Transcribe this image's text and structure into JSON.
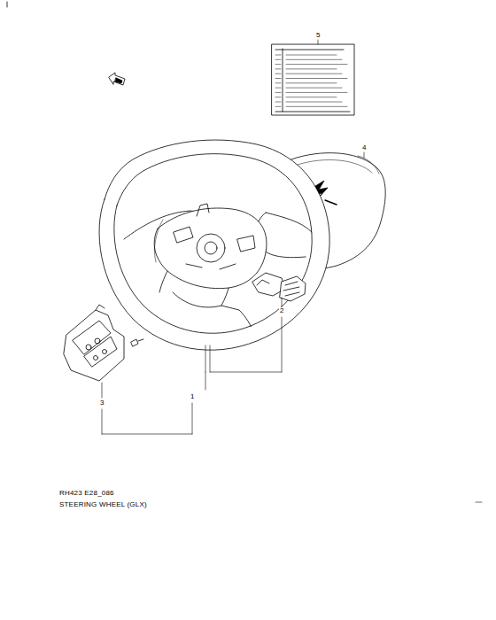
{
  "diagram": {
    "labels": [
      "5",
      "4",
      "2",
      "1",
      "3",
      "RH423 E28_086",
      "STEERING WHEEL (GLX)"
    ]
  }
}
